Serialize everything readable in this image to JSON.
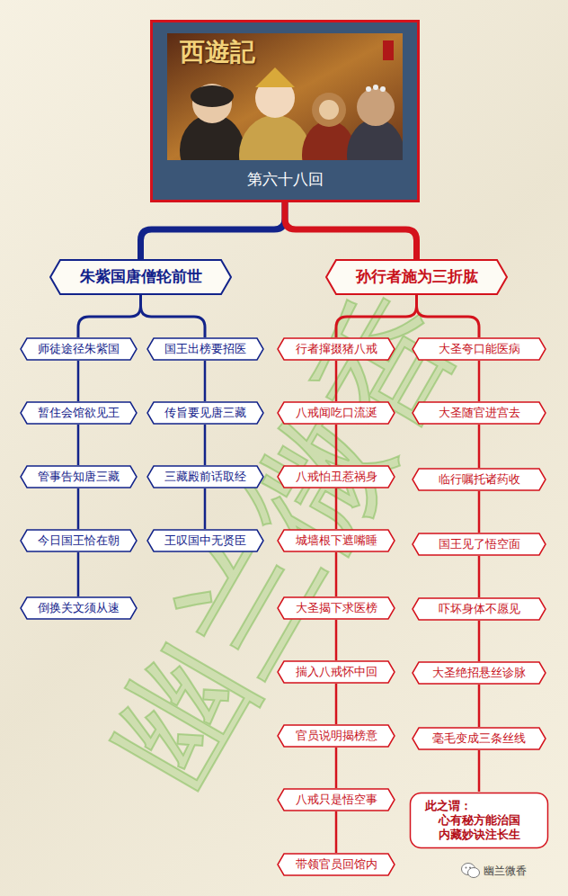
{
  "diagram": {
    "nodes": [
      {
        "text": [
          "第六十八回"
        ]
      },
      {
        "text": [
          "朱紫国唐僧轮前世"
        ]
      },
      {
        "text": [
          "孙行者施为三折肱"
        ]
      },
      {
        "text": [
          "师徒途径朱紫国"
        ]
      },
      {
        "text": [
          "暂住会馆欲见王"
        ]
      },
      {
        "text": [
          "管事告知唐三藏"
        ]
      },
      {
        "text": [
          "今日国王恰在朝"
        ]
      },
      {
        "text": [
          "倒换关文须从速"
        ]
      },
      {
        "text": [
          "国王出榜要招医"
        ]
      },
      {
        "text": [
          "传旨要见唐三藏"
        ]
      },
      {
        "text": [
          "三藏殿前话取经"
        ]
      },
      {
        "text": [
          "王叹国中无贤臣"
        ]
      },
      {
        "text": [
          "行者撺掇猪八戒"
        ]
      },
      {
        "text": [
          "八戒闻吃口流涎"
        ]
      },
      {
        "text": [
          "八戒怕丑惹祸身"
        ]
      },
      {
        "text": [
          "城墙根下遮嘴睡"
        ]
      },
      {
        "text": [
          "大圣揭下求医榜"
        ]
      },
      {
        "text": [
          "揣入八戒怀中回"
        ]
      },
      {
        "text": [
          "官员说明揭榜意"
        ]
      },
      {
        "text": [
          "八戒只是悟空事"
        ]
      },
      {
        "text": [
          "带领官员回馆内"
        ]
      },
      {
        "text": [
          "大圣夸口能医病"
        ]
      },
      {
        "text": [
          "大圣随官进宫去"
        ]
      },
      {
        "text": [
          "临行嘱托诸药收"
        ]
      },
      {
        "text": [
          "国王见了悟空面"
        ]
      },
      {
        "text": [
          "吓坏身体不愿见"
        ]
      },
      {
        "text": [
          "大圣绝招悬丝诊脉"
        ]
      },
      {
        "text": [
          "毫毛变成三条丝线"
        ]
      },
      {
        "text": [
          "此之谓：",
          "心有秘方能治国",
          "内藏妙诀注长生"
        ]
      }
    ],
    "edges": [
      {
        "from": 0,
        "to": 1,
        "arrow": "none"
      },
      {
        "from": 0,
        "to": 2,
        "arrow": "none"
      },
      {
        "from": 1,
        "to": 3,
        "arrow": "none"
      },
      {
        "from": 1,
        "to": 8,
        "arrow": "none"
      },
      {
        "from": 3,
        "to": 4,
        "arrow": "none"
      },
      {
        "from": 4,
        "to": 5,
        "arrow": "none"
      },
      {
        "from": 5,
        "to": 6,
        "arrow": "none"
      },
      {
        "from": 6,
        "to": 7,
        "arrow": "none"
      },
      {
        "from": 8,
        "to": 9,
        "arrow": "none"
      },
      {
        "from": 9,
        "to": 10,
        "arrow": "none"
      },
      {
        "from": 10,
        "to": 11,
        "arrow": "none"
      },
      {
        "from": 2,
        "to": 12,
        "arrow": "none"
      },
      {
        "from": 2,
        "to": 21,
        "arrow": "none"
      },
      {
        "from": 12,
        "to": 13,
        "arrow": "none"
      },
      {
        "from": 13,
        "to": 14,
        "arrow": "none"
      },
      {
        "from": 14,
        "to": 15,
        "arrow": "none"
      },
      {
        "from": 15,
        "to": 16,
        "arrow": "none"
      },
      {
        "from": 16,
        "to": 17,
        "arrow": "none"
      },
      {
        "from": 17,
        "to": 18,
        "arrow": "none"
      },
      {
        "from": 18,
        "to": 19,
        "arrow": "none"
      },
      {
        "from": 19,
        "to": 20,
        "arrow": "none"
      },
      {
        "from": 21,
        "to": 22,
        "arrow": "none"
      },
      {
        "from": 22,
        "to": 23,
        "arrow": "none"
      },
      {
        "from": 23,
        "to": 24,
        "arrow": "none"
      },
      {
        "from": 24,
        "to": 25,
        "arrow": "none"
      },
      {
        "from": 25,
        "to": 26,
        "arrow": "none"
      },
      {
        "from": 26,
        "to": 27,
        "arrow": "none"
      },
      {
        "from": 27,
        "to": 28,
        "arrow": "none"
      }
    ],
    "labels": [
      "西遊記",
      "幽兰微香",
      "幽兰微香"
    ]
  }
}
